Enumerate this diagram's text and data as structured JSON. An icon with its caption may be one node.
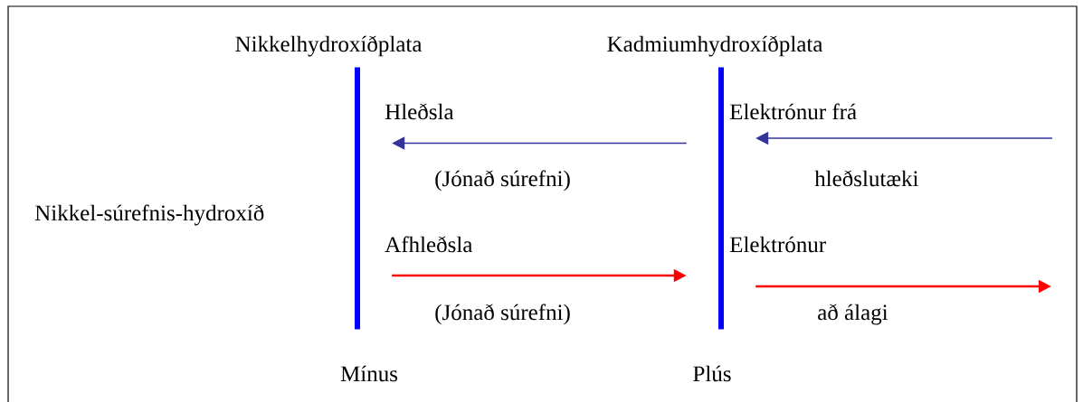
{
  "diagram": {
    "nodes": [
      {
        "text": [
          "Nikkelhydroxíðplata"
        ],
        "beside": [
          "Mínus"
        ]
      },
      {
        "text": [
          "Kadmiumhydroxíðplata"
        ],
        "beside": [
          "Plús"
        ]
      }
    ],
    "edges": [
      {
        "from": 1,
        "to": 0,
        "arrow": "to",
        "color": "#333399"
      },
      {
        "from": null,
        "to": 1,
        "arrow": "to",
        "color": "#333399"
      },
      {
        "from": 0,
        "to": 1,
        "arrow": "to",
        "color": "#ff0000"
      },
      {
        "from": 1,
        "to": null,
        "arrow": "to",
        "color": "#ff0000"
      }
    ],
    "labels": [
      "Hleðsla",
      "Elektrónur frá",
      "(Jónað súrefni)",
      "hleðslutæki",
      "Nikkel-súrefnis-hydroxíð",
      "Afhleðsla",
      "Elektrónur",
      "(Jónað súrefni)",
      "að álagi"
    ]
  }
}
